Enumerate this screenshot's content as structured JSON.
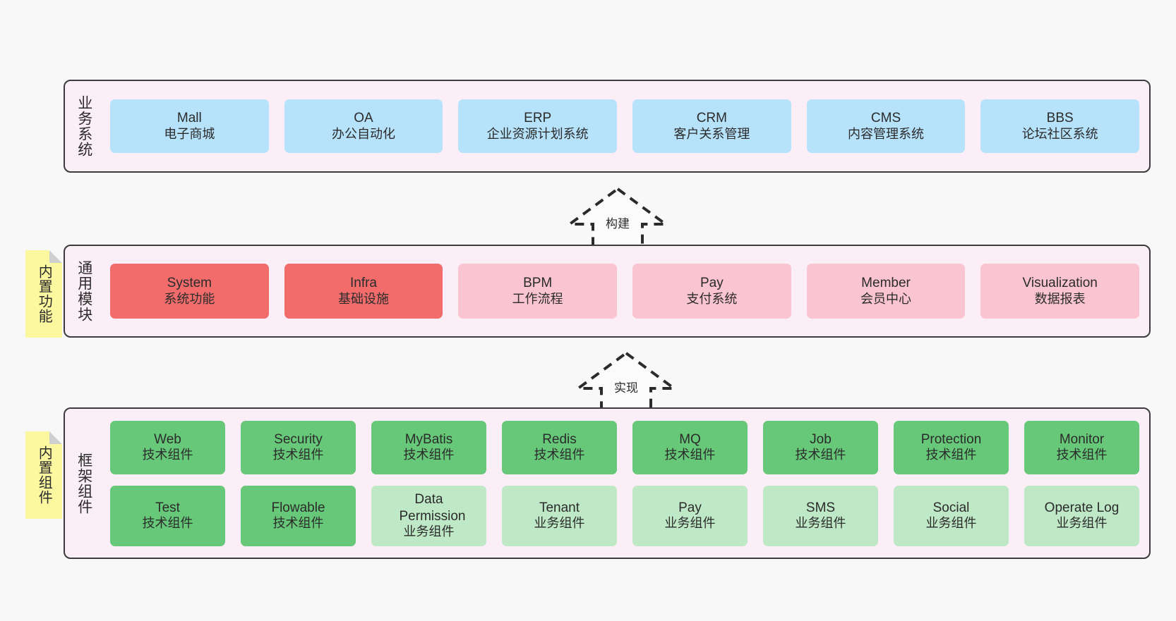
{
  "diagram": {
    "title": "",
    "colors": {
      "layer_bg": "#fbeef6",
      "layer_border": "#3c3c3c",
      "blue": "#b6e2fb",
      "red": "#f26c6c",
      "pink": "#fac4d0",
      "green": "#66c878",
      "light_green": "#bfe8c6",
      "note_yellow": "#fcf8a0",
      "canvas_bg": "#f8f8f8"
    }
  },
  "layers": [
    {
      "id": "business-system",
      "title": "业务系统",
      "rows": [
        {
          "nodes": [
            {
              "name": "Mall",
              "desc": "电子商城",
              "color": "blue"
            },
            {
              "name": "OA",
              "desc": "办公自动化",
              "color": "blue"
            },
            {
              "name": "ERP",
              "desc": "企业资源计划系统",
              "color": "blue"
            },
            {
              "name": "CRM",
              "desc": "客户关系管理",
              "color": "blue"
            },
            {
              "name": "CMS",
              "desc": "内容管理系统",
              "color": "blue"
            },
            {
              "name": "BBS",
              "desc": "论坛社区系统",
              "color": "blue"
            }
          ]
        }
      ]
    },
    {
      "id": "common-module",
      "title": "通用模块",
      "badge": "内置功能",
      "rows": [
        {
          "nodes": [
            {
              "name": "System",
              "desc": "系统功能",
              "color": "red"
            },
            {
              "name": "Infra",
              "desc": "基础设施",
              "color": "red"
            },
            {
              "name": "BPM",
              "desc": "工作流程",
              "color": "pink"
            },
            {
              "name": "Pay",
              "desc": "支付系统",
              "color": "pink"
            },
            {
              "name": "Member",
              "desc": "会员中心",
              "color": "pink"
            },
            {
              "name": "Visualization",
              "desc": "数据报表",
              "color": "pink"
            }
          ]
        }
      ]
    },
    {
      "id": "framework-component",
      "title": "框架组件",
      "badge": "内置组件",
      "rows": [
        {
          "nodes": [
            {
              "name": "Web",
              "desc": "技术组件",
              "color": "green"
            },
            {
              "name": "Security",
              "desc": "技术组件",
              "color": "green"
            },
            {
              "name": "MyBatis",
              "desc": "技术组件",
              "color": "green"
            },
            {
              "name": "Redis",
              "desc": "技术组件",
              "color": "green"
            },
            {
              "name": "MQ",
              "desc": "技术组件",
              "color": "green"
            },
            {
              "name": "Job",
              "desc": "技术组件",
              "color": "green"
            },
            {
              "name": "Protection",
              "desc": "技术组件",
              "color": "green"
            },
            {
              "name": "Monitor",
              "desc": "技术组件",
              "color": "green"
            }
          ]
        },
        {
          "nodes": [
            {
              "name": "Test",
              "desc": "技术组件",
              "color": "green"
            },
            {
              "name": "Flowable",
              "desc": "技术组件",
              "color": "green"
            },
            {
              "name": "Data Permission",
              "desc": "业务组件",
              "color": "lgreen"
            },
            {
              "name": "Tenant",
              "desc": "业务组件",
              "color": "lgreen"
            },
            {
              "name": "Pay",
              "desc": "业务组件",
              "color": "lgreen"
            },
            {
              "name": "SMS",
              "desc": "业务组件",
              "color": "lgreen"
            },
            {
              "name": "Social",
              "desc": "业务组件",
              "color": "lgreen"
            },
            {
              "name": "Operate Log",
              "desc": "业务组件",
              "color": "lgreen"
            }
          ]
        }
      ]
    }
  ],
  "connectors": [
    {
      "id": "build",
      "label": "构建"
    },
    {
      "id": "implement",
      "label": "实现"
    }
  ]
}
